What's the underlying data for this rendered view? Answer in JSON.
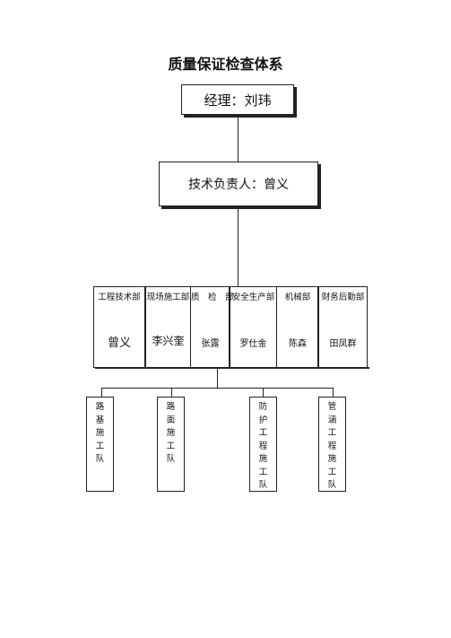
{
  "title": "质量保证检查体系",
  "manager": {
    "text": "经理：刘玮"
  },
  "tech_lead": {
    "text": "技术负责人：曾义"
  },
  "departments": [
    {
      "name": "工程技术部",
      "person": "曾义"
    },
    {
      "name": "现场施工部",
      "person": "李兴奎"
    },
    {
      "name": "质　检　部",
      "person": "张露"
    },
    {
      "name": "安全生产部",
      "person": "罗仕金"
    },
    {
      "name": "机械部",
      "person": "陈森"
    },
    {
      "name": "财务后勤部",
      "person": "田凤群"
    }
  ],
  "teams": [
    {
      "chars": [
        "路",
        "基",
        "施",
        "工",
        "队"
      ]
    },
    {
      "chars": [
        "路",
        "面",
        "施",
        "工",
        "队"
      ]
    },
    {
      "chars": [
        "防",
        "护",
        "工",
        "程",
        "施",
        "工",
        "队"
      ]
    },
    {
      "chars": [
        "管",
        "涵",
        "工",
        "程",
        "施",
        "工",
        "队"
      ]
    }
  ]
}
